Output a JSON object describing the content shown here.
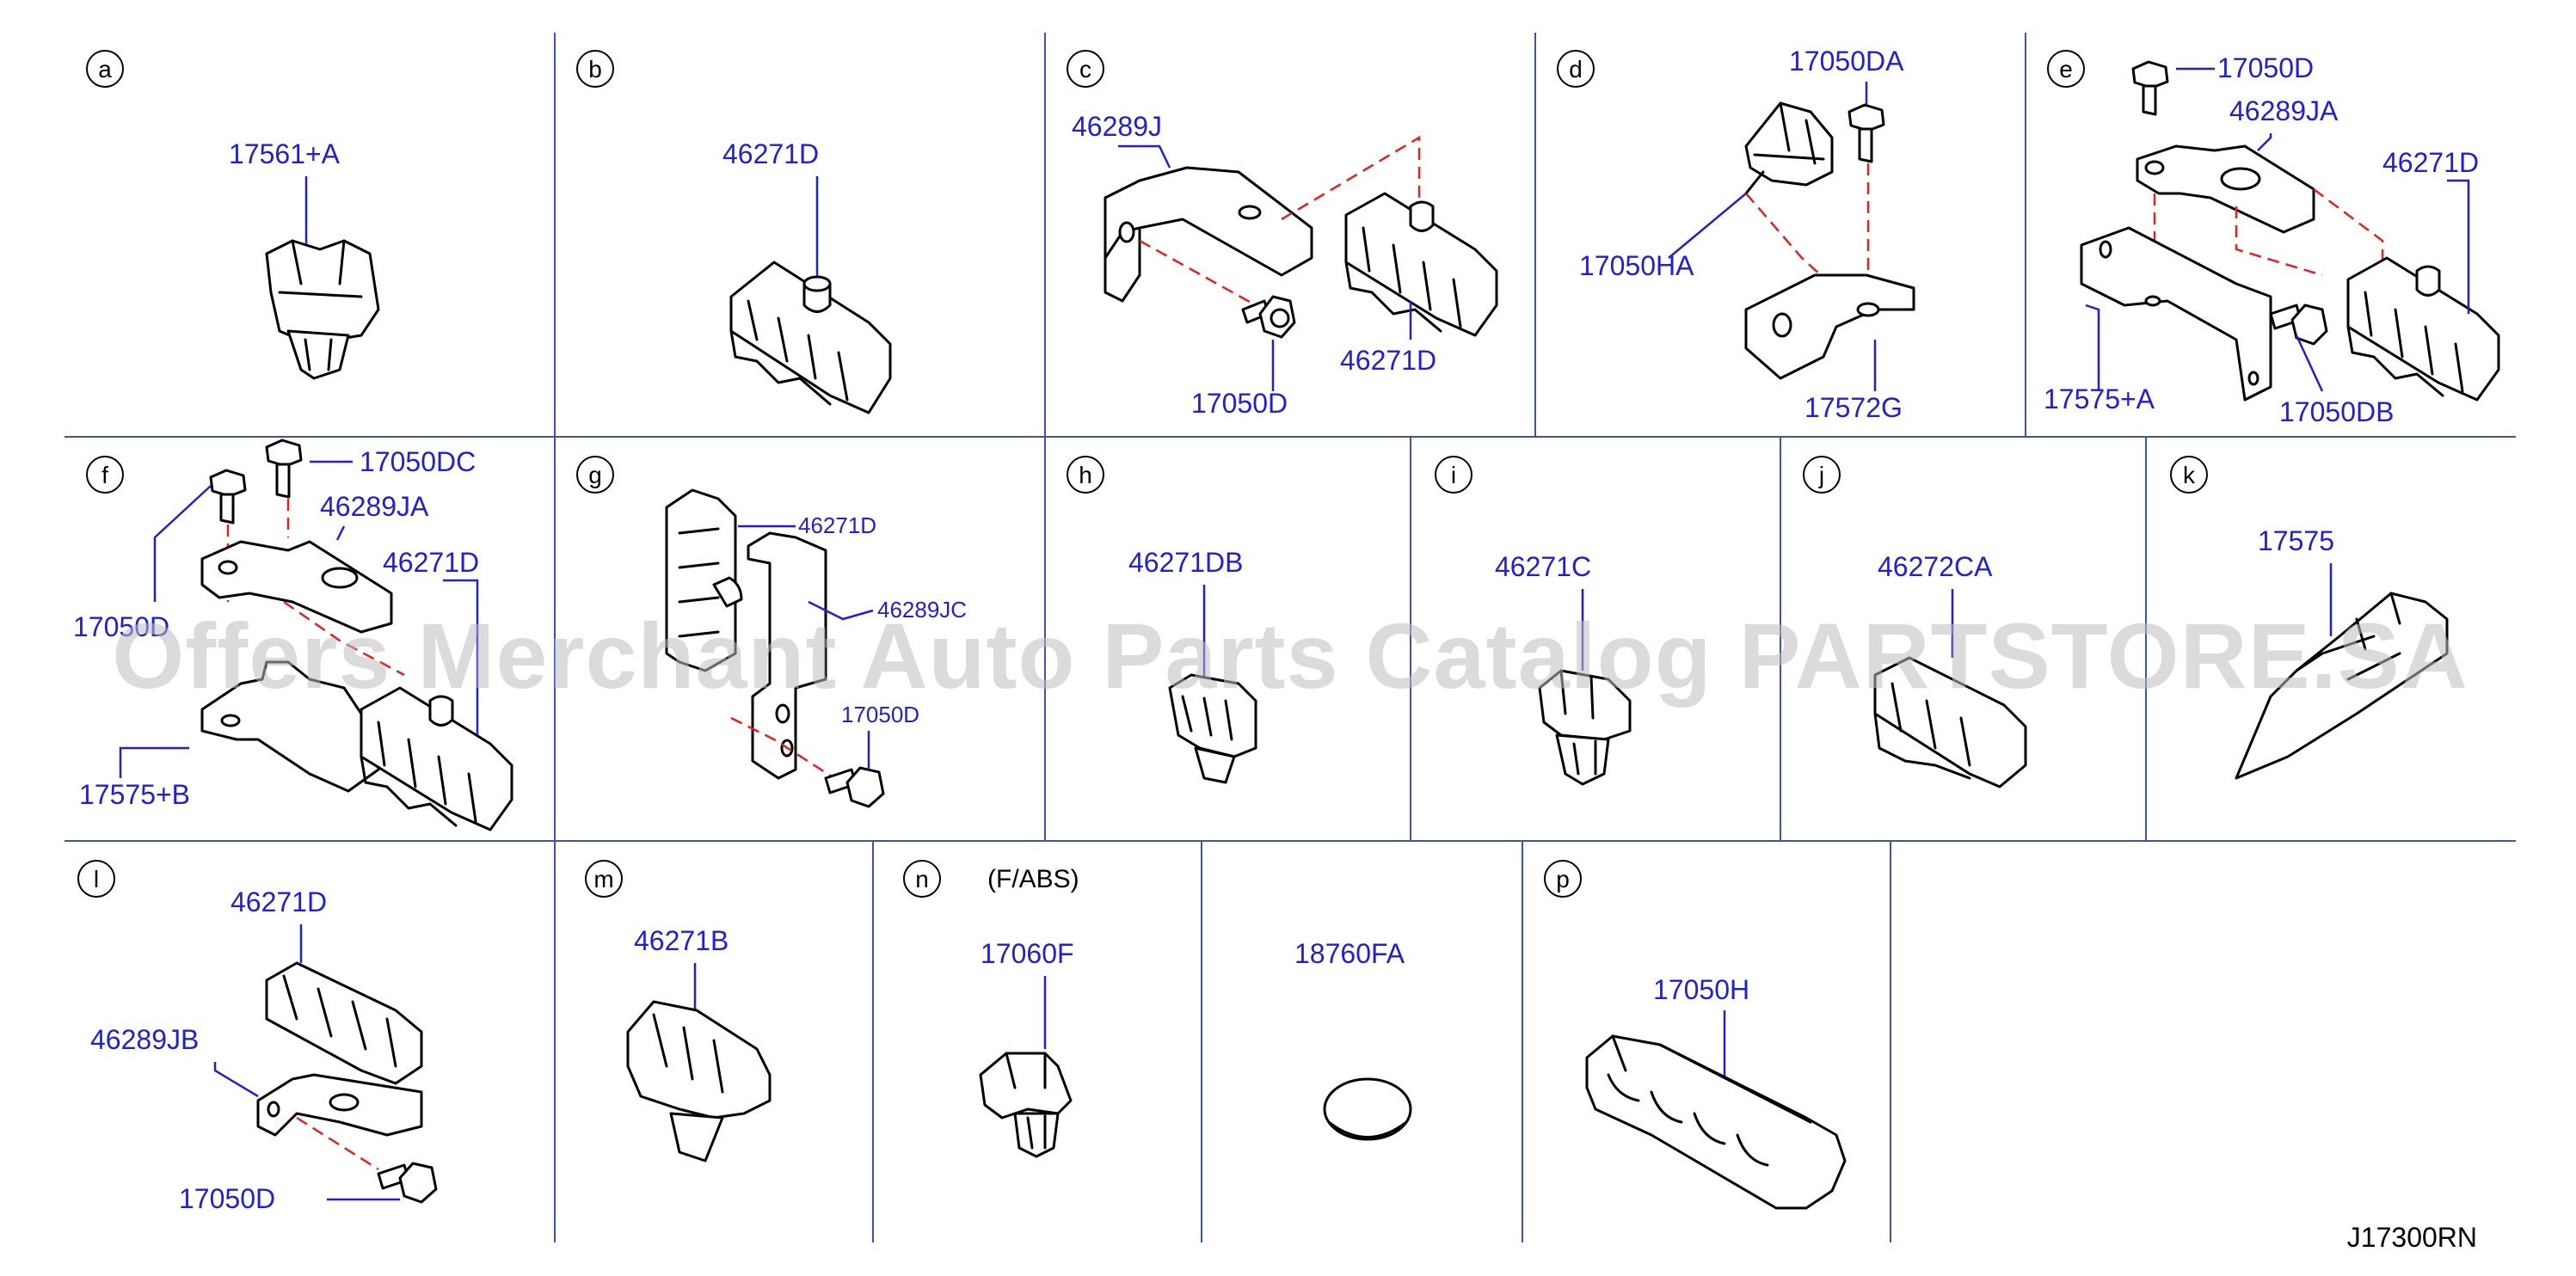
{
  "sections": [
    {
      "id": "a",
      "letter": "a",
      "note": "",
      "parts": [
        "17561+A"
      ]
    },
    {
      "id": "b",
      "letter": "b",
      "note": "",
      "parts": [
        "46271D"
      ]
    },
    {
      "id": "c",
      "letter": "c",
      "note": "",
      "parts": [
        "46289J",
        "46271D",
        "17050D"
      ]
    },
    {
      "id": "d",
      "letter": "d",
      "note": "",
      "parts": [
        "17050DA",
        "17050HA",
        "17572G"
      ]
    },
    {
      "id": "e",
      "letter": "e",
      "note": "",
      "parts": [
        "17050D",
        "46289JA",
        "46271D",
        "17575+A",
        "17050DB"
      ]
    },
    {
      "id": "f",
      "letter": "f",
      "note": "",
      "parts": [
        "17050DC",
        "46289JA",
        "46271D",
        "17050D",
        "17575+B"
      ]
    },
    {
      "id": "g",
      "letter": "g",
      "note": "",
      "parts": [
        "46271D",
        "46289JC",
        "17050D"
      ]
    },
    {
      "id": "h",
      "letter": "h",
      "note": "",
      "parts": [
        "46271DB"
      ]
    },
    {
      "id": "i",
      "letter": "i",
      "note": "",
      "parts": [
        "46271C"
      ]
    },
    {
      "id": "j",
      "letter": "j",
      "note": "",
      "parts": [
        "46272CA"
      ]
    },
    {
      "id": "k",
      "letter": "k",
      "note": "",
      "parts": [
        "17575"
      ]
    },
    {
      "id": "l",
      "letter": "l",
      "note": "",
      "parts": [
        "46271D",
        "46289JB",
        "17050D"
      ]
    },
    {
      "id": "m",
      "letter": "m",
      "note": "",
      "parts": [
        "46271B"
      ]
    },
    {
      "id": "n",
      "letter": "n",
      "note": "(F/ABS)",
      "parts": [
        "17060F"
      ]
    },
    {
      "id": "o",
      "letter": "",
      "note": "",
      "parts": [
        "18760FA"
      ]
    },
    {
      "id": "p",
      "letter": "p",
      "note": "",
      "parts": [
        "17050H"
      ]
    }
  ],
  "drawing_code": "J17300RN",
  "watermark": "Offers Merchant Auto Parts Catalog PARTSTORE.SA",
  "colors": {
    "label": "#1f1fd6",
    "grid": "#3a56a8",
    "dash": "#e52020",
    "watermark": "#bdbdbd"
  }
}
